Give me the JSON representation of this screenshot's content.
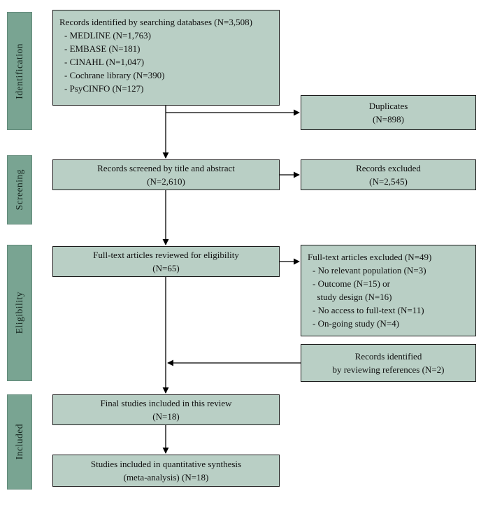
{
  "stages": {
    "identification": "Identification",
    "screening": "Screening",
    "eligibility": "Eligibility",
    "included": "Included"
  },
  "boxes": {
    "identified": {
      "title": "Records identified by searching databases (N=3,508)",
      "items": [
        "- MEDLINE (N=1,763)",
        "- EMBASE (N=181)",
        "- CINAHL (N=1,047)",
        "- Cochrane library (N=390)",
        "- PsyCINFO (N=127)"
      ]
    },
    "duplicates": {
      "line1": "Duplicates",
      "line2": "(N=898)"
    },
    "screened": {
      "line1": "Records screened by title and abstract",
      "line2": "(N=2,610)"
    },
    "records_excluded": {
      "line1": "Records excluded",
      "line2": "(N=2,545)"
    },
    "fulltext_reviewed": {
      "line1": "Full-text articles reviewed for eligibility",
      "line2": "(N=65)"
    },
    "fulltext_excluded": {
      "title": "Full-text articles excluded (N=49)",
      "items": [
        "- No relevant population (N=3)",
        "- Outcome (N=15) or",
        "  study design (N=16)",
        "- No access to full-text (N=11)",
        "- On-going study (N=4)"
      ]
    },
    "references": {
      "line1": "Records identified",
      "line2": "by reviewing references (N=2)"
    },
    "final_included": {
      "line1": "Final studies included in this review",
      "line2": "(N=18)"
    },
    "quantitative": {
      "line1": "Studies included in quantitative synthesis",
      "line2": "(meta-analysis) (N=18)"
    }
  },
  "colors": {
    "stage_bg": "#79a492",
    "box_bg": "#b9cfc5",
    "border": "#1a1a1a",
    "background": "#ffffff"
  }
}
